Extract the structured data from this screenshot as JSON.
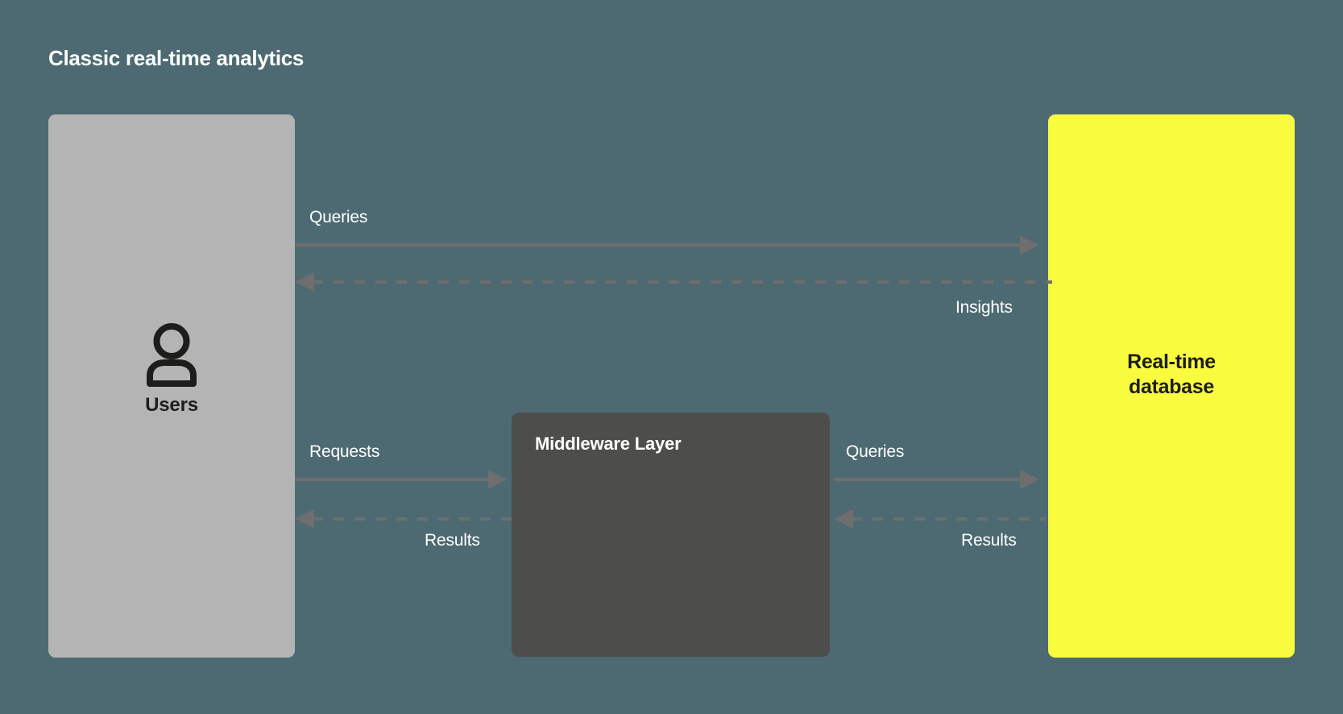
{
  "diagram": {
    "title": "Classic real-time analytics",
    "background_color": "#4d6a72",
    "nodes": [
      {
        "id": "users",
        "label": "Users",
        "icon": "user-icon",
        "fill_color": "#b4b4b4",
        "text_color": "#1d1d1b"
      },
      {
        "id": "middleware",
        "label": "Middleware Layer",
        "fill_color": "#4d4d4b",
        "text_color": "#ffffff"
      },
      {
        "id": "database",
        "label_line1": "Real-time",
        "label_line2": "database",
        "fill_color": "#f9fb3f",
        "text_color": "#1d1d1b"
      }
    ],
    "connectors": [
      {
        "id": "queries-top",
        "label": "Queries",
        "from": "users",
        "to": "database",
        "direction": "right",
        "style": "solid",
        "color": "#6e6e6e"
      },
      {
        "id": "insights",
        "label": "Insights",
        "from": "database",
        "to": "users",
        "direction": "left",
        "style": "dashed",
        "color": "#6e6e6e"
      },
      {
        "id": "requests",
        "label": "Requests",
        "from": "users",
        "to": "middleware",
        "direction": "right",
        "style": "solid",
        "color": "#6e6e6e"
      },
      {
        "id": "results-left",
        "label": "Results",
        "from": "middleware",
        "to": "users",
        "direction": "left",
        "style": "dashed",
        "color": "#6e6e6e"
      },
      {
        "id": "queries-bottom",
        "label": "Queries",
        "from": "middleware",
        "to": "database",
        "direction": "right",
        "style": "solid",
        "color": "#6e6e6e"
      },
      {
        "id": "results-right",
        "label": "Results",
        "from": "database",
        "to": "middleware",
        "direction": "left",
        "style": "dashed",
        "color": "#6e6e6e"
      }
    ]
  }
}
